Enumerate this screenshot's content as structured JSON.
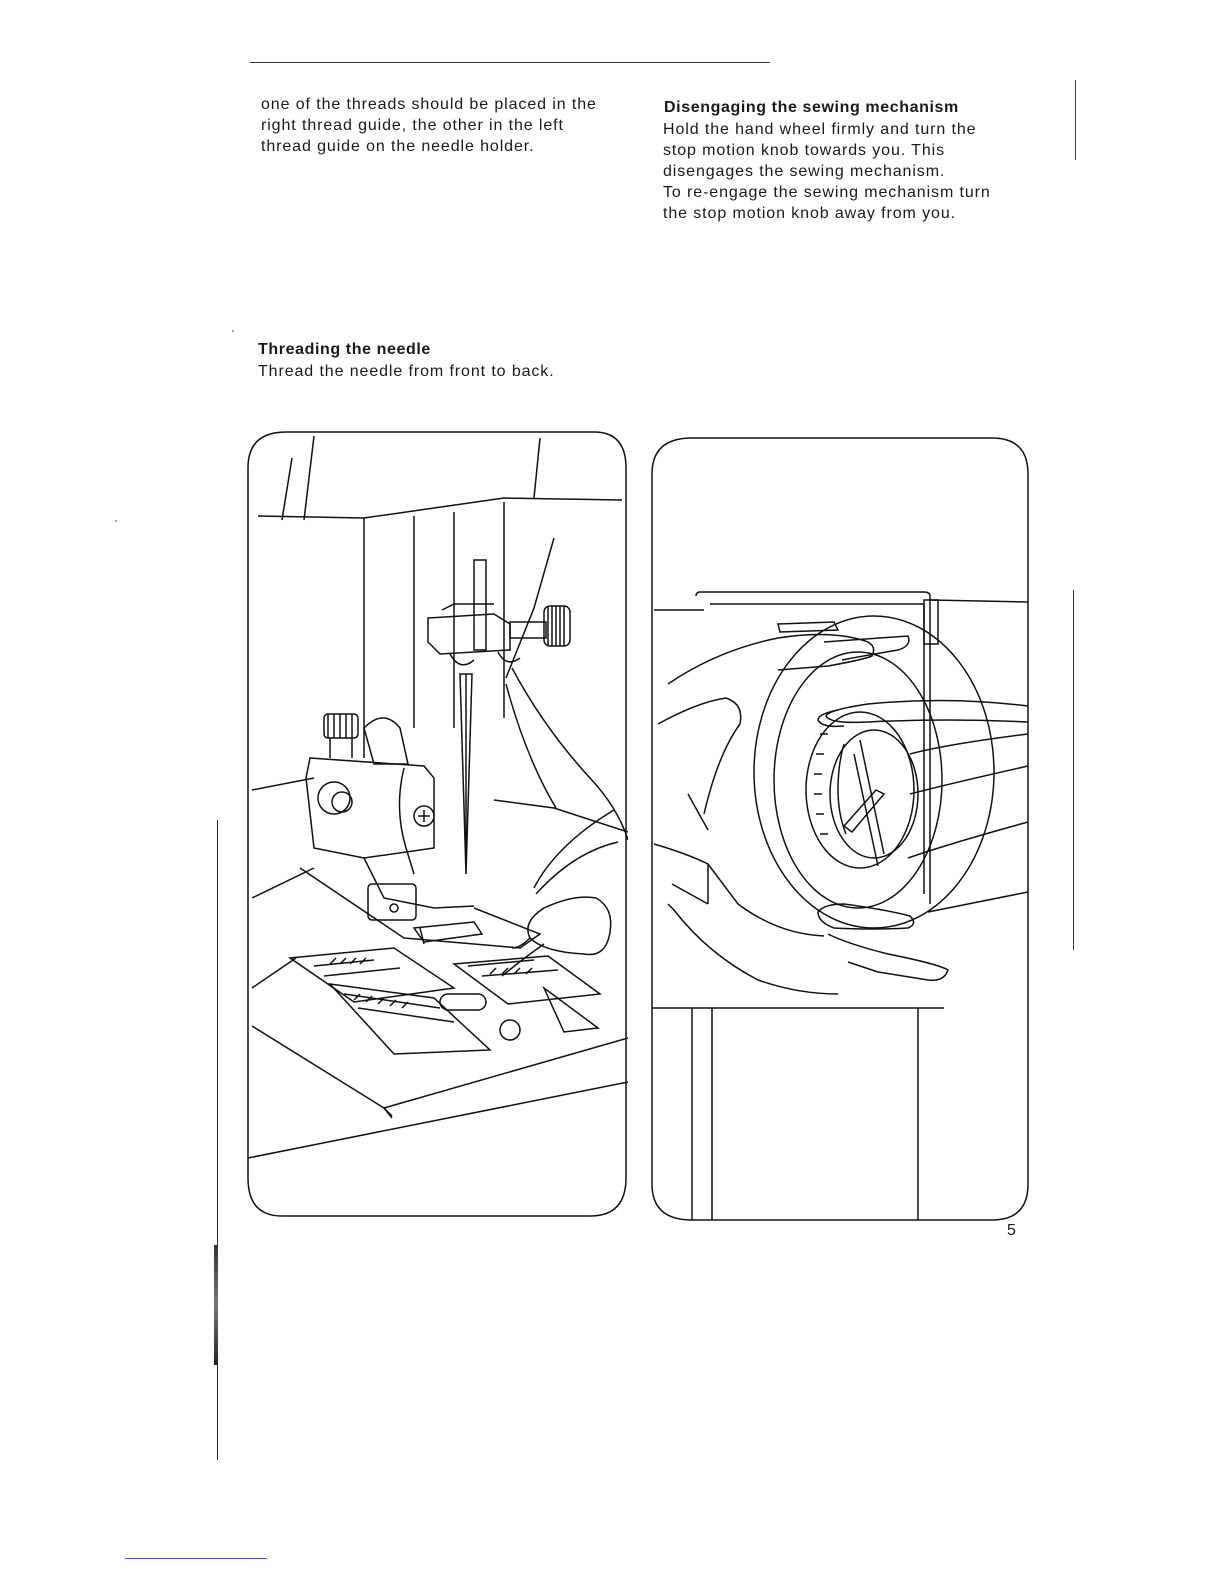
{
  "left_column": {
    "paragraph": "one of the threads should be placed in the\nright thread guide, the other in the left\nthread guide on the needle holder."
  },
  "right_column": {
    "heading": "Disengaging the sewing mechanism",
    "paragraph": "Hold the hand wheel firmly and turn the\nstop motion knob towards you. This\ndisengages the sewing mechanism.\nTo re-engage the sewing mechanism turn\nthe stop motion knob away from you."
  },
  "threading_section": {
    "heading": "Threading the needle",
    "paragraph": "Thread the needle from front to back."
  },
  "illustrations": {
    "left": "needle-threading-illustration",
    "right": "stop-motion-knob-illustration"
  },
  "page_number": "5"
}
